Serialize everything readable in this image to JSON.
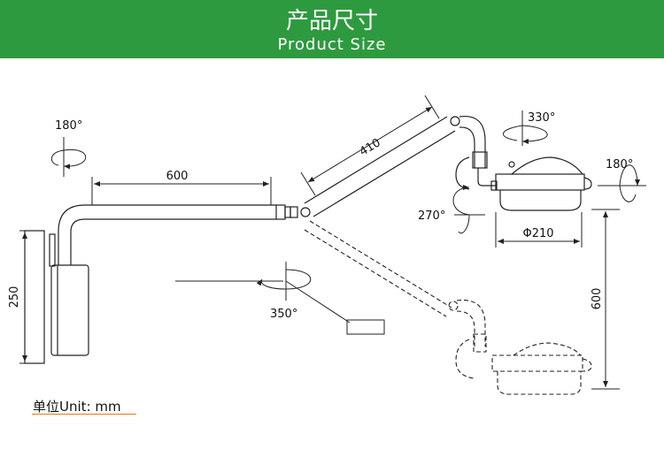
{
  "header": {
    "title_cn": "产品尺寸",
    "title_en": "Product Size",
    "bg_color": "#2e9a3f"
  },
  "dimensions": {
    "arm_length": "600",
    "angled_arm_length": "410",
    "wall_box_height": "250",
    "lamp_diameter": "Φ210",
    "vertical_drop": "600"
  },
  "rotations": {
    "wall_joint": "180°",
    "lamp_yoke": "330°",
    "lamp_side": "180°",
    "lamp_tilt": "270°",
    "arm_joint": "350°"
  },
  "unit_note": "单位Unit:  mm",
  "accent_color": "#e07a1a"
}
